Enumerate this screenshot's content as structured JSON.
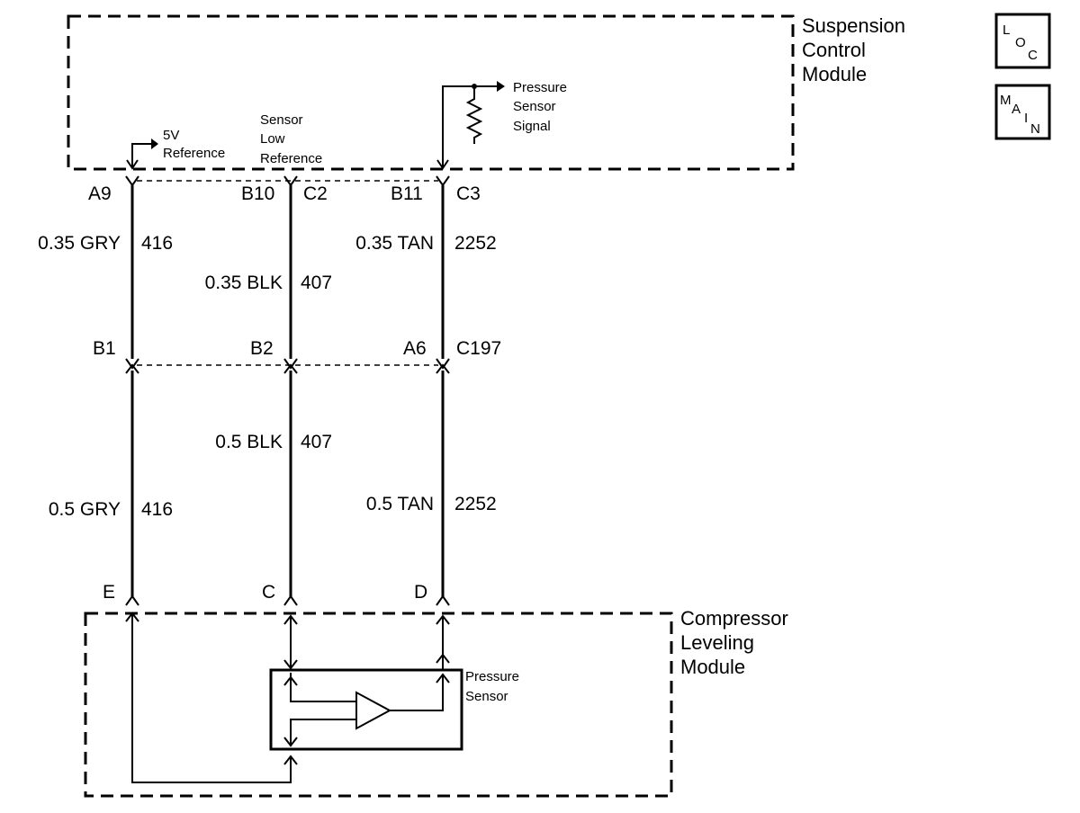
{
  "modules": {
    "scm": {
      "line1": "Suspension",
      "line2": "Control",
      "line3": "Module"
    },
    "clm": {
      "line1": "Compressor",
      "line2": "Leveling",
      "line3": "Module"
    }
  },
  "icons": {
    "loc": {
      "l": "L",
      "o": "O",
      "c": "C"
    },
    "main": {
      "m": "M",
      "a": "A",
      "i": "I",
      "n": "N"
    }
  },
  "scm_labels": {
    "ref5v_1": "5V",
    "ref5v_2": "Reference",
    "slr_1": "Sensor",
    "slr_2": "Low",
    "slr_3": "Reference",
    "pss_1": "Pressure",
    "pss_2": "Sensor",
    "pss_3": "Signal"
  },
  "connectors": {
    "top": {
      "a9": "A9",
      "b10": "B10",
      "c2": "C2",
      "b11": "B11",
      "c3": "C3"
    },
    "mid": {
      "b1": "B1",
      "b2": "B2",
      "a6": "A6",
      "c197": "C197"
    },
    "bottom": {
      "e": "E",
      "c": "C",
      "d": "D"
    }
  },
  "wires": {
    "w416_top": {
      "gauge": "0.35 GRY",
      "circuit": "416"
    },
    "w407_top": {
      "gauge": "0.35 BLK",
      "circuit": "407"
    },
    "w2252_top": {
      "gauge": "0.35 TAN",
      "circuit": "2252"
    },
    "w407_bot": {
      "gauge": "0.5 BLK",
      "circuit": "407"
    },
    "w416_bot": {
      "gauge": "0.5 GRY",
      "circuit": "416"
    },
    "w2252_bot": {
      "gauge": "0.5 TAN",
      "circuit": "2252"
    }
  },
  "sensor": {
    "line1": "Pressure",
    "line2": "Sensor"
  }
}
